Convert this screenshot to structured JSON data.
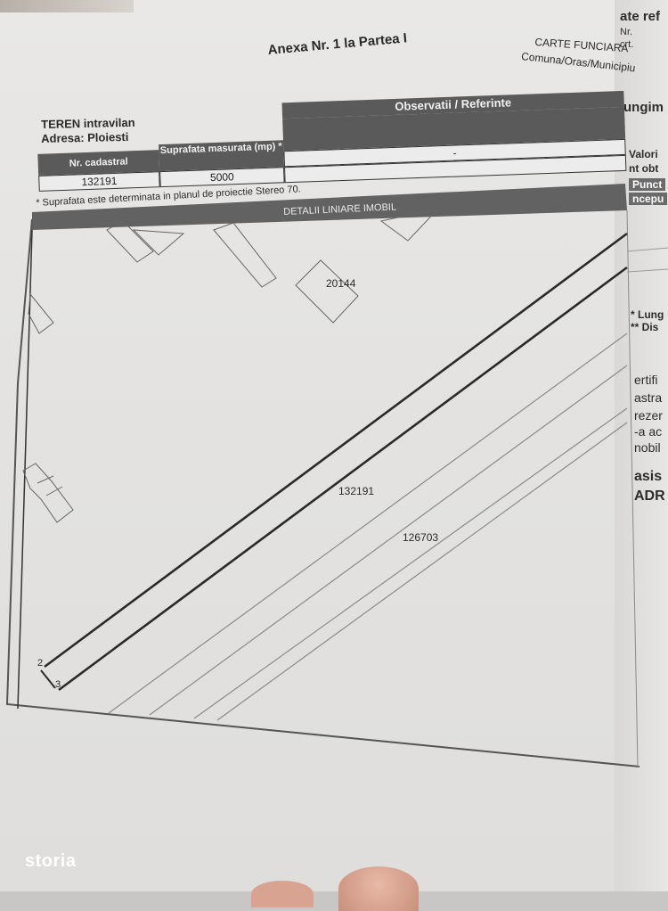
{
  "page": {
    "annex_title": "Anexa Nr. 1 la Partea I",
    "carte_funciara": "CARTE FUNCIARA",
    "comuna": "Comuna/Oras/Municipiu"
  },
  "teren": {
    "type": "TEREN intravilan",
    "address": "Adresa: Ploiesti"
  },
  "table": {
    "headers": [
      "Nr. cadastral",
      "Suprafata masurata (mp) *",
      "Observatii / Referinte"
    ],
    "rows": [
      [
        "132191",
        "5000",
        "-"
      ]
    ]
  },
  "note": "* Suprafata este determinata in planul de proiectie Stereo 70.",
  "plan": {
    "section_title": "DETALII LINIARE IMOBIL",
    "labels": {
      "parcel_main": "132191",
      "parcel_neighbor": "126703",
      "building": "20144",
      "point_2": "2",
      "point_3": "3"
    }
  },
  "right_page": {
    "lines": [
      "ate ref",
      "Nr.",
      "crt.",
      "ungim",
      "Valori",
      "nt obt",
      "Punct",
      "ncepu",
      "* Lung",
      "** Dis",
      "ertifi",
      "astra",
      "rezer",
      "-a ac",
      "nobil",
      "asis",
      "ADR"
    ]
  },
  "watermark": "storia"
}
